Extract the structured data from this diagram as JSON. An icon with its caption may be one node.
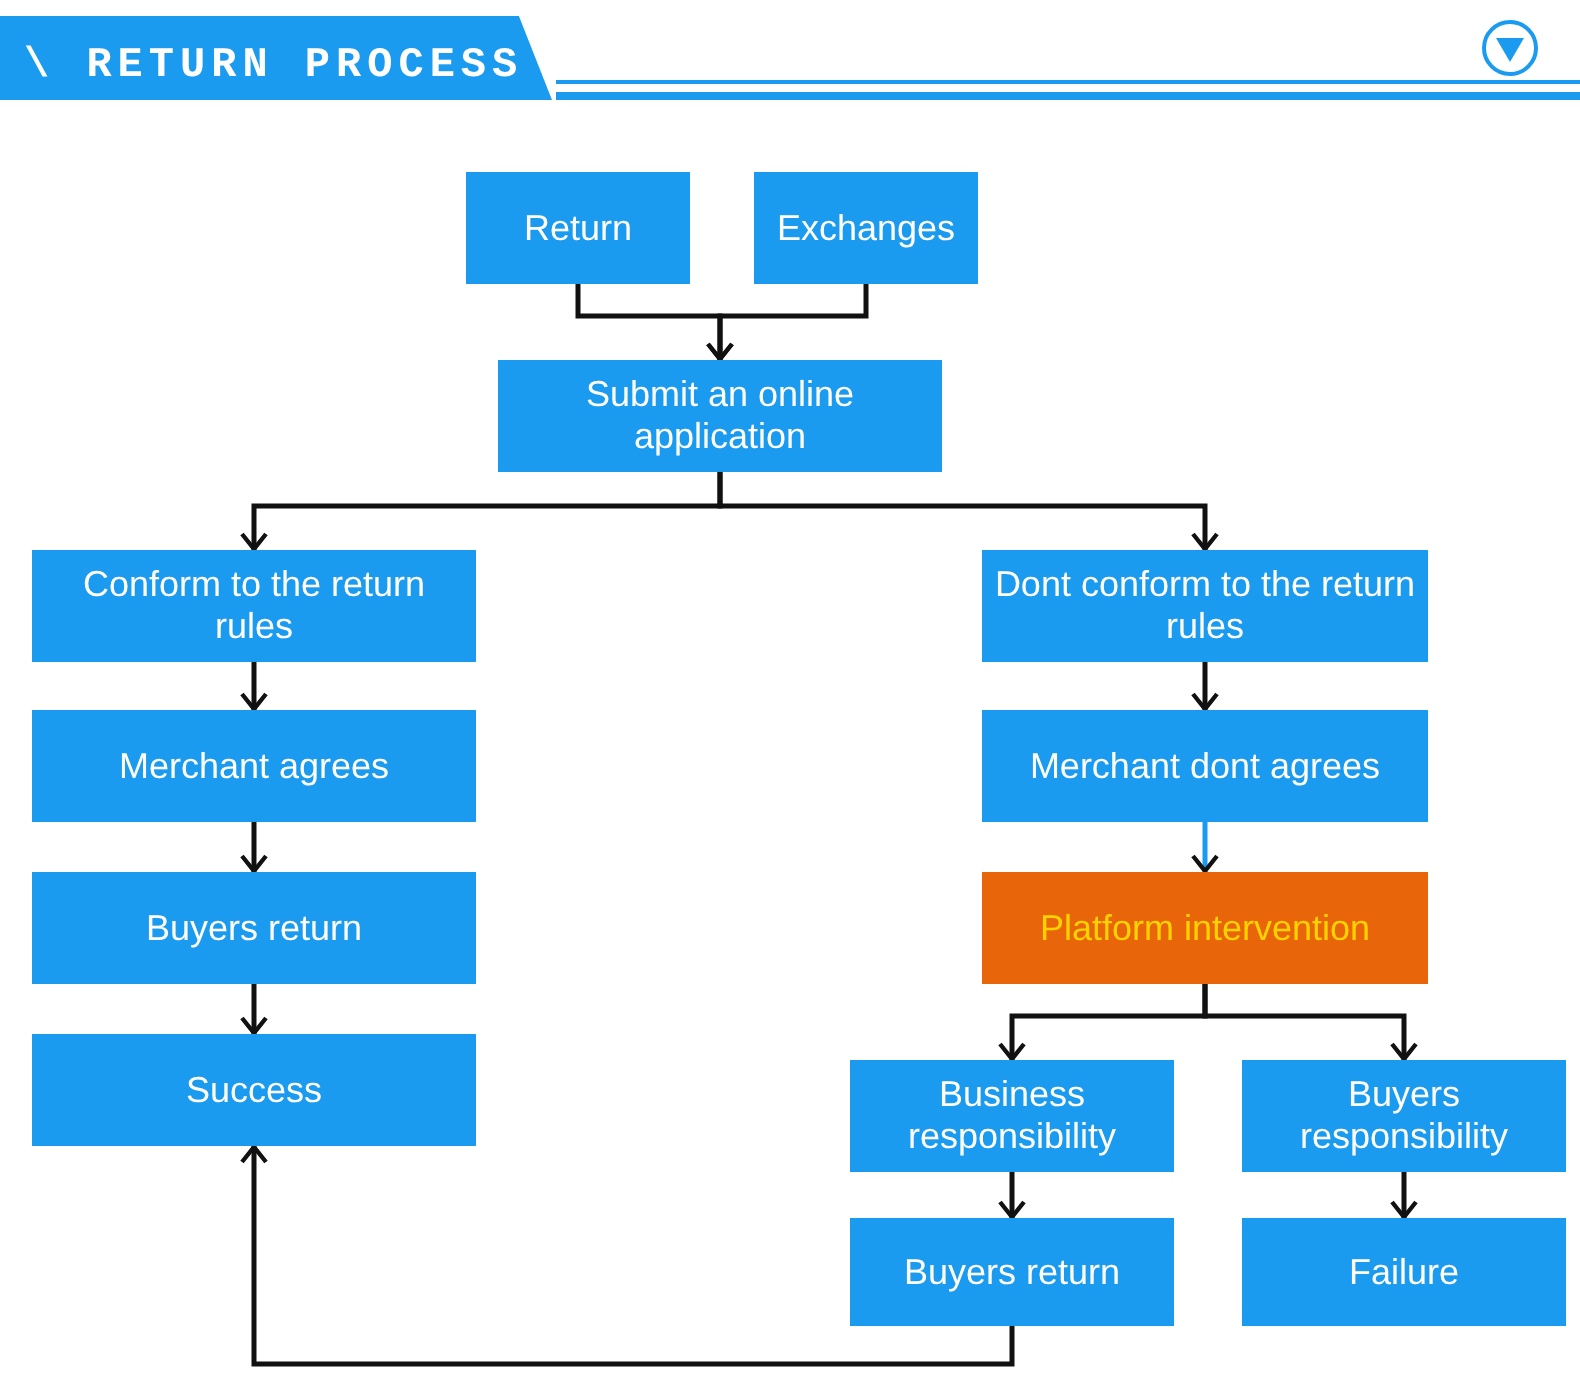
{
  "diagram": {
    "title": "\\ RETURN PROCESS",
    "nodes": [
      {
        "text": [
          "Return"
        ]
      },
      {
        "text": [
          "Exchanges"
        ]
      },
      {
        "text": [
          "Submit an online application"
        ]
      },
      {
        "text": [
          "Conform to the return rules"
        ]
      },
      {
        "text": [
          "Dont conform to the return rules"
        ]
      },
      {
        "text": [
          "Merchant agrees"
        ]
      },
      {
        "text": [
          "Merchant dont agrees"
        ]
      },
      {
        "text": [
          "Buyers return"
        ]
      },
      {
        "text": [
          "Platform intervention"
        ]
      },
      {
        "text": [
          "Success"
        ]
      },
      {
        "text": [
          "Business responsibility"
        ]
      },
      {
        "text": [
          "Buyers responsibility"
        ]
      },
      {
        "text": [
          "Buyers return"
        ]
      },
      {
        "text": [
          "Failure"
        ]
      }
    ],
    "edges": [
      {
        "from": 0,
        "to": 2,
        "arrow": "to"
      },
      {
        "from": 1,
        "to": 2,
        "arrow": "to"
      },
      {
        "from": 2,
        "to": 3,
        "arrow": "to"
      },
      {
        "from": 2,
        "to": 4,
        "arrow": "to"
      },
      {
        "from": 3,
        "to": 5,
        "arrow": "to"
      },
      {
        "from": 4,
        "to": 6,
        "arrow": "to"
      },
      {
        "from": 5,
        "to": 7,
        "arrow": "to"
      },
      {
        "from": 6,
        "to": 8,
        "arrow": "to",
        "color": "#1a9bf0"
      },
      {
        "from": 7,
        "to": 9,
        "arrow": "to"
      },
      {
        "from": 8,
        "to": 10,
        "arrow": "to"
      },
      {
        "from": 8,
        "to": 11,
        "arrow": "to"
      },
      {
        "from": 10,
        "to": 12,
        "arrow": "to"
      },
      {
        "from": 11,
        "to": 13,
        "arrow": "to"
      },
      {
        "from": 12,
        "to": 9,
        "arrow": "to"
      }
    ]
  }
}
